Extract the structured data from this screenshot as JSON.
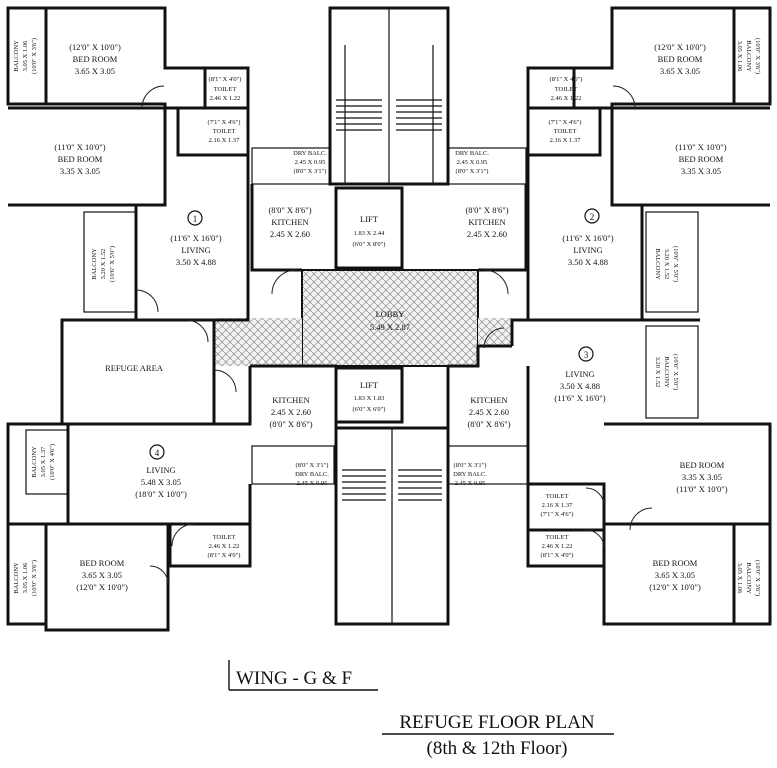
{
  "rooms": {
    "w1_bedroom_top": [
      "(12'0\" X 10'0\")",
      "BED ROOM",
      "3.65 X 3.05"
    ],
    "w1_toilet_top": [
      "(8'1\" X 4'0\")",
      "TOILET",
      "2.46 X 1.22"
    ],
    "w1_toilet_mid": [
      "(7'1\" X 4'6\")",
      "TOILET",
      "2.16 X 1.37"
    ],
    "w1_bedroom_mid": [
      "(11'0\" X 10'0\")",
      "BED ROOM",
      "3.35 X 3.05"
    ],
    "w1_drybalc": [
      "DRY BALC.",
      "2.45 X 0.95",
      "(8'0\" X 3'1\")"
    ],
    "w1_kitchen": [
      "(8'0\" X 8'6\")",
      "KITCHEN",
      "2.45 X 2.60"
    ],
    "w1_living": [
      "(11'6\" X 16'0\")",
      "LIVING",
      "3.50 X 4.88"
    ],
    "w1_balcony_top": [
      "BALCONY",
      "3.05 X 1.06",
      "(10'0\" X 3'6\")"
    ],
    "w1_balcony_mid": [
      "BALCONY",
      "3.20 X 1.52",
      "(10'6\" X 5'0\")"
    ],
    "w2_bedroom_top": [
      "(12'0\" X 10'0\")",
      "BED ROOM",
      "3.65 X 3.05"
    ],
    "w2_toilet_top": [
      "(8'1\" X 4'0\")",
      "TOILET",
      "2.46 X 1.22"
    ],
    "w2_toilet_mid": [
      "(7'1\" X 4'6\")",
      "TOILET",
      "2.16 X 1.37"
    ],
    "w2_bedroom_mid": [
      "(11'0\" X 10'0\")",
      "BED ROOM",
      "3.35 X 3.05"
    ],
    "w2_drybalc": [
      "DRY BALC.",
      "2.45 X 0.95",
      "(8'0\" X 3'1\")"
    ],
    "w2_kitchen": [
      "(8'0\" X 8'6\")",
      "KITCHEN",
      "2.45 X 2.60"
    ],
    "w2_living": [
      "(11'6\" X 16'0\")",
      "LIVING",
      "3.50 X 4.88"
    ],
    "w2_balcony_top": [
      "(10'0\" X 3'6\")",
      "BALCONY",
      "3.05 X 1.06"
    ],
    "w2_balcony_mid": [
      "(10'6\" X 5'0\")",
      "3.20 X 1.52",
      "BALCONY"
    ],
    "lift_top": [
      "LIFT",
      "1.83 X 2.44",
      "(6'0\" X 8'0\")"
    ],
    "lobby": [
      "LOBBY",
      "5.49 X 2.87"
    ],
    "lift_bottom": [
      "LIFT",
      "1.83 X 1.83",
      "(6'0\" X 6'0\")"
    ],
    "refuge": [
      "REFUGE AREA"
    ],
    "w4_kitchen": [
      "KITCHEN",
      "2.45 X 2.60",
      "(8'0\" X 8'6\")"
    ],
    "w4_drybalc": [
      "(8'0\" X 3'1\")",
      "DRY BALC.",
      "2.45 X 0.95"
    ],
    "w4_living": [
      "LIVING",
      "5.48 X 3.05",
      "(18'0\" X 10'0\")"
    ],
    "w4_balcony_mid": [
      "BALCONY",
      "3.05 X 1.37",
      "(10'0\" X 4'6\")"
    ],
    "w4_toilet_bottom": [
      "TOILET",
      "2.46 X 1.22",
      "(8'1\" X 4'0\")"
    ],
    "w4_bedroom_bottom": [
      "BED ROOM",
      "3.65 X 3.05",
      "(12'0\" X 10'0\")"
    ],
    "w4_balcony_bottom": [
      "BALCONY",
      "3.05 X 1.06",
      "(10'0\" X 3'6\")"
    ],
    "w3_kitchen": [
      "KITCHEN",
      "2.45 X 2.60",
      "(8'0\" X 8'6\")"
    ],
    "w3_drybalc": [
      "(8'0\" X 3'1\")",
      "DRY BALC.",
      "2.45 X 0.95"
    ],
    "w3_living": [
      "LIVING",
      "3.50 X 4.88",
      "(11'6\" X 16'0\")"
    ],
    "w3_balcony_mid": [
      "(10'6\" X 5'0\")",
      "BALCONY",
      "3.20 X 1.52"
    ],
    "w3_bedroom_mid": [
      "BED ROOM",
      "3.35 X 3.05",
      "(11'0\" X 10'0\")"
    ],
    "w3_toilet_mid": [
      "TOILET",
      "2.16 X 1.37",
      "(7'1\" X 4'6\")"
    ],
    "w3_toilet_bottom": [
      "TOILET",
      "2.46 X 1.22",
      "(8'1\" X 4'0\")"
    ],
    "w3_bedroom_bottom": [
      "BED ROOM",
      "3.65 X 3.05",
      "(12'0\" X 10'0\")"
    ],
    "w3_balcony_bottom": [
      "(10'0\" X 3'6\")",
      "BALCONY",
      "3.05 X 1.06"
    ]
  },
  "flat_numbers": [
    "1",
    "2",
    "3",
    "4"
  ],
  "footer": {
    "wing": "WING - G & F",
    "title": "REFUGE FLOOR PLAN",
    "subtitle": "(8th & 12th Floor)"
  },
  "colors": {
    "wall": "#111111",
    "hatch": "#9a9a9a",
    "background": "#ffffff"
  }
}
